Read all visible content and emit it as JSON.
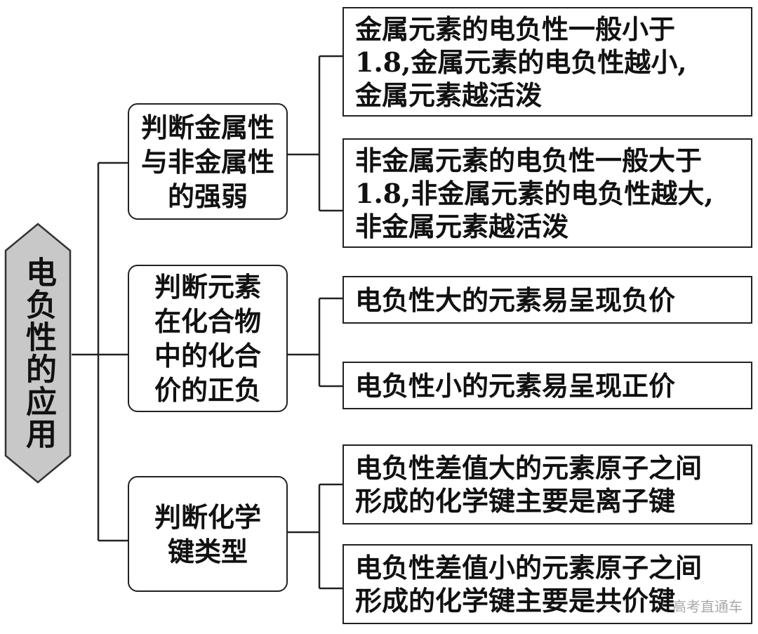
{
  "root": {
    "label": "电负性的应用",
    "fill": "#c8c8c8"
  },
  "categories": [
    {
      "label": "判断金属性\n与非金属性\n的强弱",
      "leaves": [
        "金属元素的电负性一般小于\n1.8,金属元素的电负性越小,\n金属元素越活泼",
        "非金属元素的电负性一般大于\n1.8,非金属元素的电负性越大,\n非金属元素越活泼"
      ]
    },
    {
      "label": "判断元素\n在化合物\n中的化合\n价的正负",
      "leaves": [
        "电负性大的元素易呈现负价",
        "电负性小的元素易呈现正价"
      ]
    },
    {
      "label": "判断化学\n键类型",
      "leaves": [
        "电负性差值大的元素原子之间\n形成的化学键主要是离子键",
        "电负性差值小的元素原子之间\n形成的化学键主要是共价键"
      ]
    }
  ],
  "watermark": "高考直通车",
  "colors": {
    "line": "#222222",
    "border": "#222222"
  }
}
